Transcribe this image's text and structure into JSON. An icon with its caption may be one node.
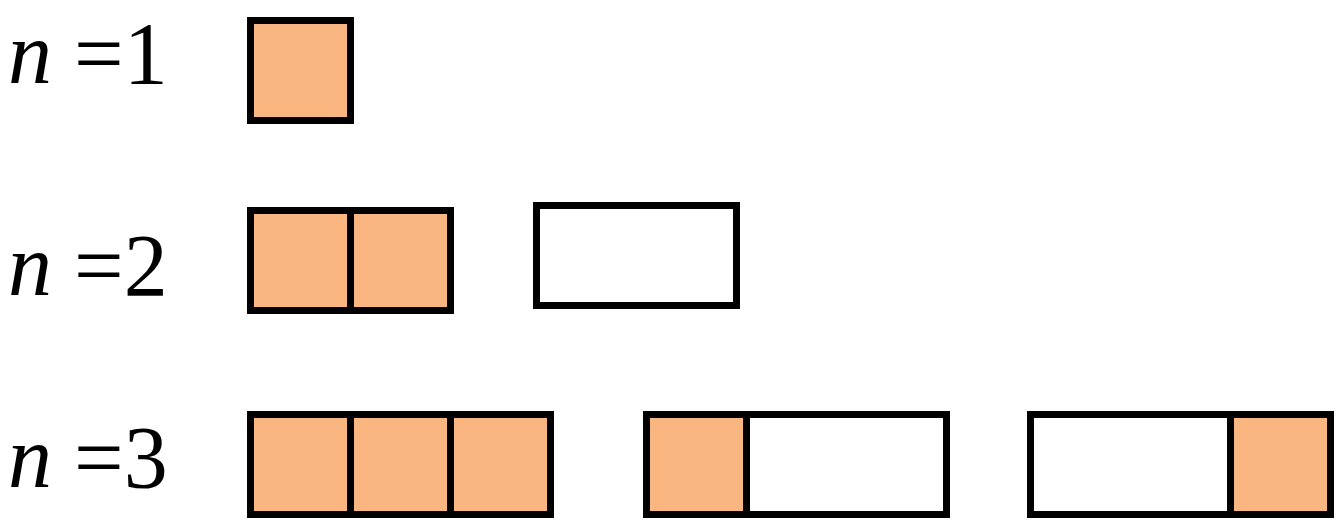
{
  "diagram": {
    "nodes": [
      {
        "text": [],
        "shape": "box"
      },
      {
        "text": [],
        "shape": "box"
      },
      {
        "text": [],
        "shape": "box"
      },
      {
        "text": [],
        "shape": "bar"
      },
      {
        "text": [],
        "shape": "box"
      },
      {
        "text": [],
        "shape": "box"
      },
      {
        "text": [],
        "shape": "box"
      },
      {
        "text": [],
        "shape": "box"
      },
      {
        "text": [],
        "shape": "bar"
      },
      {
        "text": [],
        "shape": "bar"
      },
      {
        "text": [],
        "shape": "box"
      }
    ],
    "labels": [
      "*n* =1",
      "*n* =2",
      "*n* =3"
    ]
  }
}
